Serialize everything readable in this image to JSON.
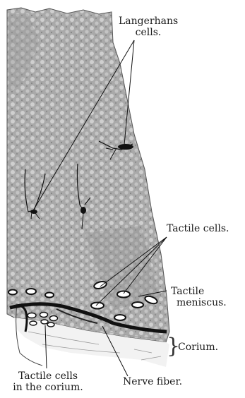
{
  "labels": {
    "langerhans_line1": "Langerhans",
    "langerhans_line2": "cells.",
    "tactile_cells": "Tactile cells.",
    "tactile_meniscus_line1": "Tactile",
    "tactile_meniscus_line2": "meniscus.",
    "corium_brace": "}",
    "corium": "Corium.",
    "tactile_corium_line1": "Tactile cells",
    "tactile_corium_line2": "in the corium.",
    "nerve_fiber": "Nerve fiber."
  }
}
